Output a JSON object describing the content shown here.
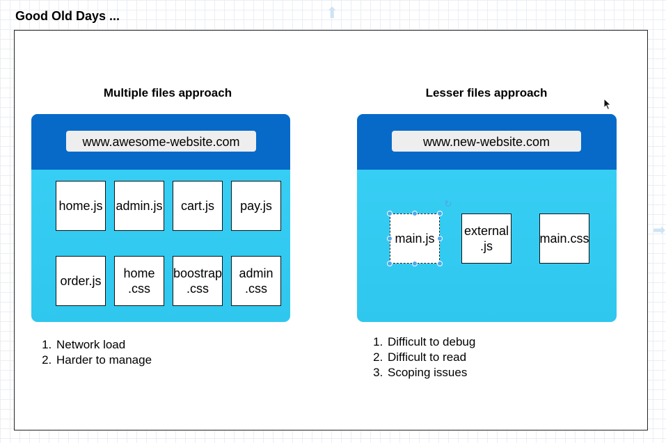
{
  "page_title": "Good Old Days ...",
  "left": {
    "heading": "Multiple files approach",
    "url": "www.awesome-website.com",
    "files": [
      "home.js",
      "admin.js",
      "cart.js",
      "pay.js",
      "order.js",
      "home\n.css",
      "boostrap\n.css",
      "admin\n.css"
    ],
    "notes": [
      "Network load",
      "Harder to manage"
    ]
  },
  "right": {
    "heading": "Lesser files approach",
    "url": "www.new-website.com",
    "files": [
      "main.js",
      "external\n.js",
      "main.css"
    ],
    "notes": [
      "Difficult to debug",
      "Difficult to read",
      "Scoping issues"
    ]
  },
  "colors": {
    "browser_bar": "#076ac9",
    "browser_body": "#33cbf2",
    "selection": "#4ba9ec"
  },
  "icons": {
    "cursor": "mouse-pointer-icon",
    "rotate": "rotate-icon",
    "edge_arrow": "arrow-up-icon"
  }
}
